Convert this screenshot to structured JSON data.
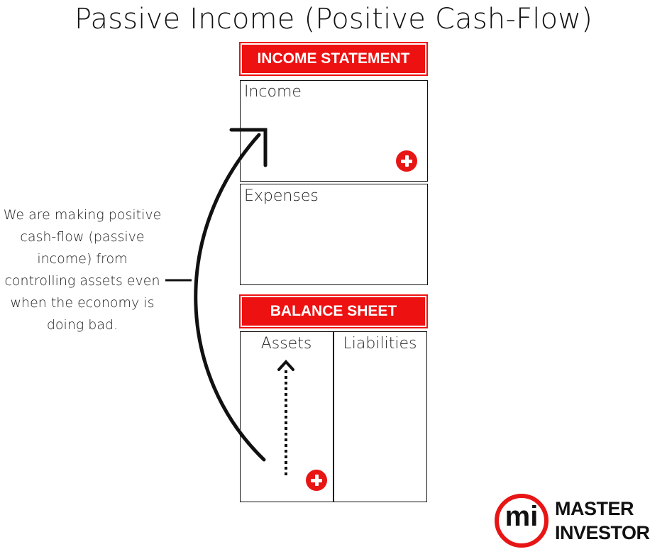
{
  "title": "Passive Income (Positive Cash-Flow)",
  "income_statement": {
    "header": "INCOME STATEMENT",
    "income_label": "Income",
    "expenses_label": "Expenses"
  },
  "balance_sheet": {
    "header": "BALANCE SHEET",
    "assets_label": "Assets",
    "liabilities_label": "Liabilities"
  },
  "annotation": "We are making positive cash-flow (passive income) from controlling assets even when the economy is doing bad.",
  "logo": {
    "mark": "mi",
    "line1": "MASTER",
    "line2": "INVESTOR"
  },
  "colors": {
    "accent_red": "#ee1111",
    "ink": "#111111"
  },
  "icons": [
    "plus-icon",
    "curved-arrow",
    "dotted-arrow"
  ]
}
